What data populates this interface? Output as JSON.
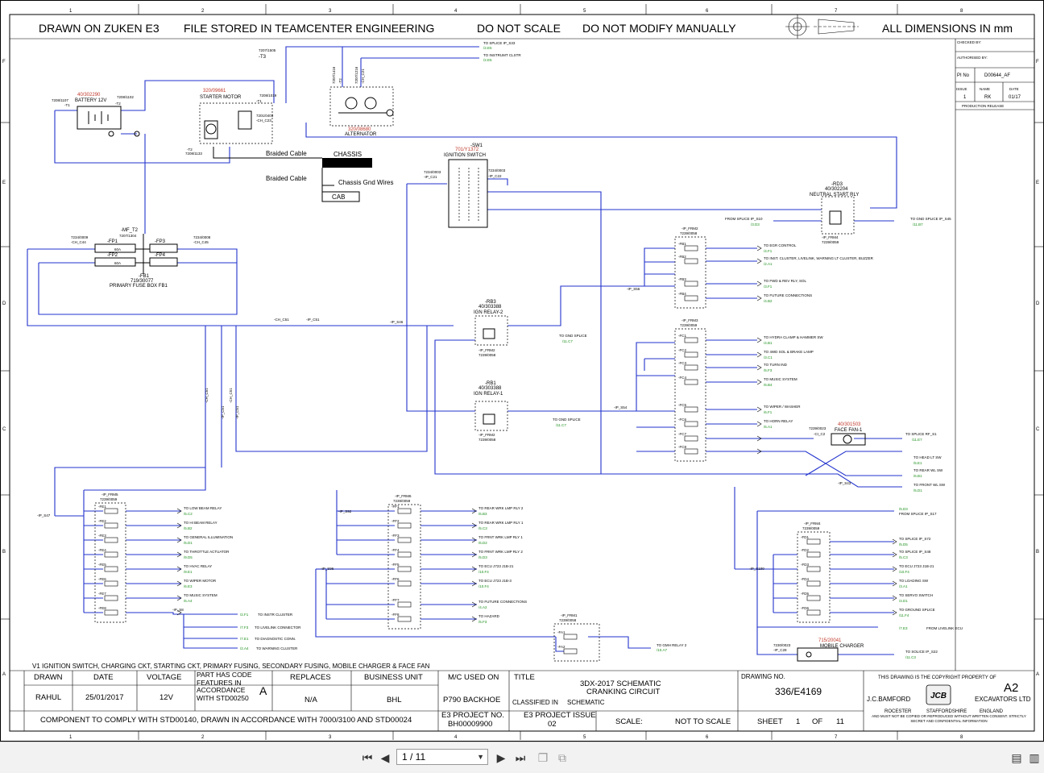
{
  "header": {
    "drawn_on": "DRAWN ON ZUKEN E3",
    "file_stored": "FILE STORED IN TEAMCENTER ENGINEERING",
    "do_not_scale": "DO NOT SCALE",
    "do_not_modify": "DO NOT MODIFY MANUALLY",
    "dimensions": "ALL DIMENSIONS IN mm"
  },
  "grid": {
    "columns": [
      "1",
      "2",
      "3",
      "4",
      "5",
      "6",
      "7",
      "8"
    ],
    "rows": [
      "F",
      "E",
      "D",
      "C",
      "B",
      "A"
    ]
  },
  "revision_block": {
    "checked_by": "CHECKED BY:",
    "authorised_by": "AUTHORISED BY:",
    "pi_no_label": "PI No",
    "pi_no": "D00644_AF",
    "issue_label": "ISSUE",
    "name_label": "NAME",
    "date_label": "DATE",
    "issue": "1",
    "name": "RK",
    "date": "01/17",
    "status": "PRODUCTION RELEASE"
  },
  "components": {
    "battery": {
      "part": "40/302290",
      "label": "BATTERY 12V",
      "pin1": "-T1",
      "pin2": "-T2",
      "w1": "7208/1107",
      "w2": "7208/1102"
    },
    "starter": {
      "part": "320/09661",
      "label": "STARTER MOTOR",
      "pin1": "-T1",
      "pin2": "-CH_C23",
      "w1": "7208/1019",
      "w2": "7201/0403",
      "gnd": "-T2",
      "gnd_w": "7208/1133"
    },
    "alternator": {
      "part": "320/08680",
      "label": "ALTERNATOR",
      "t3": "-T3",
      "t3w": "7207/1505",
      "t2": "-T2",
      "t2w": "7207/1416",
      "c21": "-CH_C21",
      "c21w": "7207/1216"
    },
    "ignition": {
      "id": "-SW1",
      "part": "701/Y1372",
      "label": "IGNITION SWITCH",
      "p1": "7234/0003",
      "p1c": "-IP_C21",
      "p2": "7234/0003",
      "p2c": "-IP_C22"
    },
    "neutral_relay": {
      "id": "-RD3",
      "part": "40/302204",
      "label": "NEUTRAL START RLY",
      "frm": "-IP_FRM4",
      "frm_part": "7239/0059"
    },
    "fuse_box": {
      "id": "-FB1",
      "part": "719/30077",
      "label": "PRIMARY FUSE BOX FB1",
      "mf": "-MF_T2",
      "mfw": "7207/1304",
      "c44": "-CH_C44",
      "c44w": "7234/0009",
      "c45": "-CH_C45",
      "c45w": "7234/0008",
      "fuses": [
        "-FP1",
        "-FP2",
        "-FP3",
        "-FP4"
      ],
      "rating": "60A"
    },
    "relay_rb3": {
      "id": "-RB3",
      "part": "40/303388",
      "label": "IGN RELAY-2",
      "frm": "-IP_FRM2",
      "frm_part": "7239/0058"
    },
    "relay_rb1": {
      "id": "-RB1",
      "part": "40/303388",
      "label": "IGN RELAY-1",
      "frm": "-IP_FRM2",
      "frm_part": "7239/0058"
    },
    "face_fan": {
      "part": "40/301503",
      "label": "FACE FAN-1",
      "conn": "-CI_C2",
      "connw": "7239/0023"
    },
    "mobile_charger": {
      "part": "715/20041",
      "label": "MOBILE CHARGER",
      "conn": "-IP_C28",
      "connw": "7230/0023"
    },
    "chassis": {
      "braided1": "Braided Cable",
      "chassis": "CHASSIS",
      "braided2": "Braided Cable",
      "gnd": "Chassis Gnd Wires",
      "cab": "CAB"
    }
  },
  "frm2_fuses": {
    "title": "-IP_FRM2",
    "part": "7239/0058",
    "items": [
      {
        "id": "-FB1",
        "target": "TO EGR CONTROL",
        "ref": "/4.F1"
      },
      {
        "id": "-FB2",
        "target": "TO INST. CLUSTER, LIVELINK, WARNING LT CLUSTER, BUZZER",
        "ref": "/2.A1"
      },
      {
        "id": "-FB3",
        "target": "TO FWD & REV RLY, SOL",
        "ref": "/3.F1"
      },
      {
        "id": "-FB4",
        "target": "TO FUTURE CONNECTIONS",
        "ref": "/4.B2"
      }
    ]
  },
  "frm3_fuses": {
    "title": "-IP_FRM3",
    "part": "7239/0059",
    "items": [
      {
        "id": "-FC1",
        "target": "TO HYDRA CLAMP & HAMMER SW",
        "ref": "/4.B1"
      },
      {
        "id": "-FC2",
        "target": "TO 4WD SOL & BRAKE LAMP",
        "ref": "/3.C1"
      },
      {
        "id": "-FC3",
        "target": "TO TURN IND",
        "ref": "/5.F3"
      },
      {
        "id": "-FC4",
        "target": "TO MUSIC SYSTEM",
        "ref": "/6.B4"
      },
      {
        "id": "-FC5",
        "target": "TO WIPER / WASHER",
        "ref": "/6.F1"
      },
      {
        "id": "-FC6",
        "target": "TO HORN RELAY",
        "ref": "/6.A1"
      },
      {
        "id": "-FC7",
        "target": "",
        "ref": ""
      },
      {
        "id": "-FC8",
        "target": "",
        "ref": ""
      }
    ]
  },
  "frm5_fuses": {
    "title": "-IP_FRM5",
    "part": "7239/0059",
    "items": [
      {
        "id": "-FE1",
        "target": "TO LOW BEAM RELAY",
        "ref": "/5.C2"
      },
      {
        "id": "-FE2",
        "target": "TO HI BEAM RELAY",
        "ref": "/5.B2"
      },
      {
        "id": "-FE3",
        "target": "TO GENERAL ILLUMINATION",
        "ref": "/5.D1"
      },
      {
        "id": "-FE4",
        "target": "TO THROTTLE ACTUATOR",
        "ref": "/9.D5"
      },
      {
        "id": "-FE5",
        "target": "TO HVAC RELAY",
        "ref": "/9.E1"
      },
      {
        "id": "-FE6",
        "target": "TO WIPER MOTOR",
        "ref": "/6.E3"
      },
      {
        "id": "-FE7",
        "target": "TO MUSIC SYSTEM",
        "ref": "/6.A4"
      },
      {
        "id": "-FE8",
        "target": "",
        "ref": ""
      }
    ]
  },
  "frm6_fuses": {
    "title": "-IP_FRM6",
    "part": "7239/0059",
    "items": [
      {
        "id": "-FF1",
        "target": "TO REAR WRK LMP RLY 2",
        "ref": "/6.B3"
      },
      {
        "id": "-FF2",
        "target": "TO REAR WRK LMP RLY 1",
        "ref": "/5.C3"
      },
      {
        "id": "-FF3",
        "target": "TO FRNT WRK LMP RLY 1",
        "ref": "/6.D2"
      },
      {
        "id": "-FF4",
        "target": "TO FRNT WRK LMP RLY 2",
        "ref": "/5.D3"
      },
      {
        "id": "-FF5",
        "target": "TO ECU J723 J1B-21",
        "ref": "/10.F4"
      },
      {
        "id": "-FF6",
        "target": "TO ECU J723 J1B-3",
        "ref": "/10.F4"
      },
      {
        "id": "-FF7",
        "target": "TO FUTURE CONNECTIONS",
        "ref": "/4.A2"
      },
      {
        "id": "-FF8",
        "target": "TO HAZARD",
        "ref": "/5.F3"
      }
    ]
  },
  "frm4_fuses": {
    "title": "-IP_FRM4",
    "part": "7239/0059",
    "items": [
      {
        "id": "-FD1",
        "target": "TO SPLICE IP_S72",
        "ref": "/5.D5"
      },
      {
        "id": "-FD2",
        "target": "TO SPLICE IP_S48",
        "ref": "/5.C3"
      },
      {
        "id": "-FD3",
        "target": "TO ECU J723 J1B-21",
        "ref": "/10.F4"
      },
      {
        "id": "-FD4",
        "target": "TO LOADING SW",
        "ref": "/3.A1"
      },
      {
        "id": "-FD5",
        "target": "TO SERVO SWITCH",
        "ref": "/4.D1"
      },
      {
        "id": "-FD6",
        "target": "TO GROUND SPLICE",
        "ref": "/11.F4"
      }
    ]
  },
  "frm1_fuses": {
    "title": "-IP_FRM1",
    "part": "7239/0058",
    "items": [
      {
        "id": "-FA1"
      },
      {
        "id": "-FA2"
      }
    ],
    "target": "TO GMH RELAY 2",
    "ref": "/10.A7"
  },
  "offsheet": {
    "splice_s33": "TO SPLICE IP_S33",
    "splice_s33_ref": "/2.E5",
    "instr_clstr": "TO INSTRUMT CLSTR",
    "instr_clstr_ref": "/2.E5",
    "gnd_s45": "TO GND SPLICE IP_S45",
    "gnd_s45_ref": "/11.B7",
    "from_s10": "FROM SPLICE IP_S10",
    "from_s10_ref": "/3.D3",
    "gnd_splice1": "TO GND SPLICE",
    "gnd_splice1_ref": "/11.C7",
    "gnd_splice2": "TO GND SPLICE",
    "gnd_splice2_ref": "/11.C7",
    "splice_rf": "TO SPLICE RF_S1",
    "splice_rf_ref": "/11.E7",
    "head_lt": "TO HEAD LT SW",
    "head_lt_ref": "/5.E1",
    "rear_wl": "TO REAR WL SW",
    "rear_wl_ref": "/6.B1",
    "front_wl": "TO FRONT WL SW",
    "front_wl_ref": "/5.D1",
    "from_s17": "FROM SPLICE IP_S17",
    "from_s17_ref": "/5.D3",
    "from_livelink": "FROM LIVELINK ECU",
    "from_livelink_ref": "/7.E3",
    "splice_s22": "TO SOLICE IP_S22",
    "splice_s22_ref": "/11.C3",
    "instr_cluster": "TO INSTR CLUSTER",
    "instr_cluster_ref": "/2.F1",
    "livelink_conn": "TO LIVELINK CONNECTOR",
    "livelink_conn_ref": "/7.F3",
    "diag_conn": "TO DIAGNOSTIC CONN.",
    "diag_conn_ref": "/7.E1",
    "warn_cluster": "TO WARNING CLUSTER",
    "warn_cluster_ref": "/2.A4"
  },
  "splices": [
    "-IP_S46",
    "-IP_S56",
    "-IP_S54",
    "-IP_S43",
    "-IP_S47",
    "-IP_S92",
    "-IP_S96",
    "-IP_S100",
    "-IP_S8",
    "-CH_C51",
    "-IP_C51"
  ],
  "title_block": {
    "notes": "V1    IGNITION SWITCH, CHARGING CKT, STARTING CKT, PRIMARY FUSING, SECONDARY FUSING, MOBILE CHARGER & FACE FAN",
    "drawn_label": "DRAWN",
    "drawn": "RAHUL",
    "date_label": "DATE",
    "date": "25/01/2017",
    "voltage_label": "VOLTAGE",
    "voltage": "12V",
    "part_code": "PART HAS CODE FEATURES IN ACCORDANCE WITH STD00250",
    "part_code_grade": "A",
    "replaces_label": "REPLACES",
    "replaces": "N/A",
    "business_label": "BUSINESS UNIT",
    "business": "BHL",
    "mc_label": "M/C USED ON",
    "mc": "P790 BACKHOE",
    "title_label": "TITLE",
    "title1": "3DX-2017 SCHEMATIC",
    "title2": "CRANKING CIRCUIT",
    "classified_label": "CLASSIFIED IN",
    "classified": "SCHEMATIC",
    "drawing_label": "DRAWING NO.",
    "drawing": "336/E4169",
    "comply": "COMPONENT TO COMPLY WITH STD00140, DRAWN IN ACCORDANCE WITH 7000/3100 AND STD00024",
    "project_no_label": "E3 PROJECT NO.",
    "project_no": "BH00009900",
    "project_issue_label": "E3 PROJECT ISSUE",
    "project_issue": "02",
    "scale_label": "SCALE:",
    "scale": "NOT TO SCALE",
    "sheet_label": "SHEET",
    "sheet": "1",
    "of_label": "OF",
    "sheets": "11",
    "copyright": "THIS DRAWING IS THE COPYRIGHT PROPERTY OF",
    "size": "A2",
    "company1": "J.C.BAMFORD",
    "company2": "EXCAVATORS LTD",
    "city1": "ROCESTER",
    "city2": "STAFFORDSHIRE",
    "city3": "ENGLAND",
    "legal": "AND MUST NOT BE COPIED OR REPRODUCED WITHOUT WRITTEN CONSENT. STRICTLY SECRET AND CONFIDENTIAL INFORMATION",
    "logo": "JCB"
  },
  "viewer": {
    "page_display": "1 / 11",
    "icons": [
      "first-page-icon",
      "prev-page-icon",
      "next-page-icon",
      "last-page-icon",
      "single-page-icon",
      "two-page-icon",
      "page-view-icon",
      "scroll-view-icon"
    ]
  },
  "colors": {
    "wire": "#2233cc",
    "part_no": "#c0392b",
    "ref": "#1a8f1a"
  }
}
